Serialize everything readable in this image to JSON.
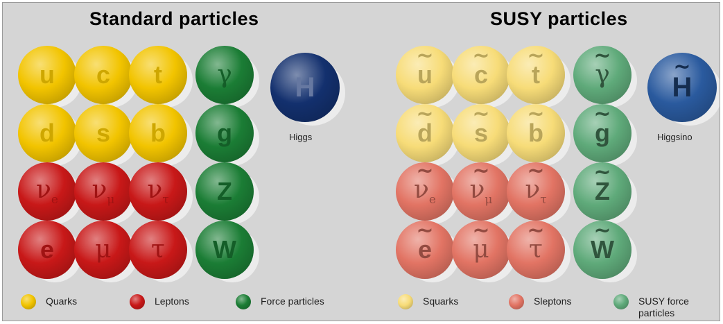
{
  "standard": {
    "title": "Standard particles",
    "quarks": [
      "u",
      "c",
      "t",
      "d",
      "s",
      "b"
    ],
    "neutrinos": [
      {
        "base": "ν",
        "sub": "e"
      },
      {
        "base": "ν",
        "sub": "μ"
      },
      {
        "base": "ν",
        "sub": "τ"
      }
    ],
    "charged_leptons": [
      "e",
      "μ",
      "τ"
    ],
    "force": [
      "γ",
      "g",
      "Z",
      "W"
    ],
    "higgs": {
      "symbol": "H",
      "label": "Higgs"
    }
  },
  "susy": {
    "title": "SUSY particles",
    "tilde": "~",
    "squarks": [
      "u",
      "c",
      "t",
      "d",
      "s",
      "b"
    ],
    "sneutrinos": [
      {
        "base": "ν",
        "sub": "e"
      },
      {
        "base": "ν",
        "sub": "μ"
      },
      {
        "base": "ν",
        "sub": "τ"
      }
    ],
    "charged_sleptons": [
      "e",
      "μ",
      "τ"
    ],
    "force": [
      "γ",
      "g",
      "Z",
      "W"
    ],
    "higgsino": {
      "symbol": "H",
      "label": "Higgsino"
    }
  },
  "legend": [
    {
      "label": "Quarks",
      "color": "#f2c400"
    },
    {
      "label": "Leptons",
      "color": "#c81818"
    },
    {
      "label": "Force particles",
      "color": "#1b7d35"
    },
    {
      "label": "Squarks",
      "color": "#f7dc78"
    },
    {
      "label": "Sleptons",
      "color": "#e27464"
    },
    {
      "label": "SUSY force particles",
      "color": "#5faa7a"
    }
  ],
  "colors": {
    "quark": "#f2c400",
    "lepton": "#c81818",
    "force": "#1b7d35",
    "higgs": "#13306e",
    "squark": "#f7dc78",
    "slepton": "#e27464",
    "susy_force": "#5faa7a",
    "higgsino": "#2a5a9e"
  }
}
